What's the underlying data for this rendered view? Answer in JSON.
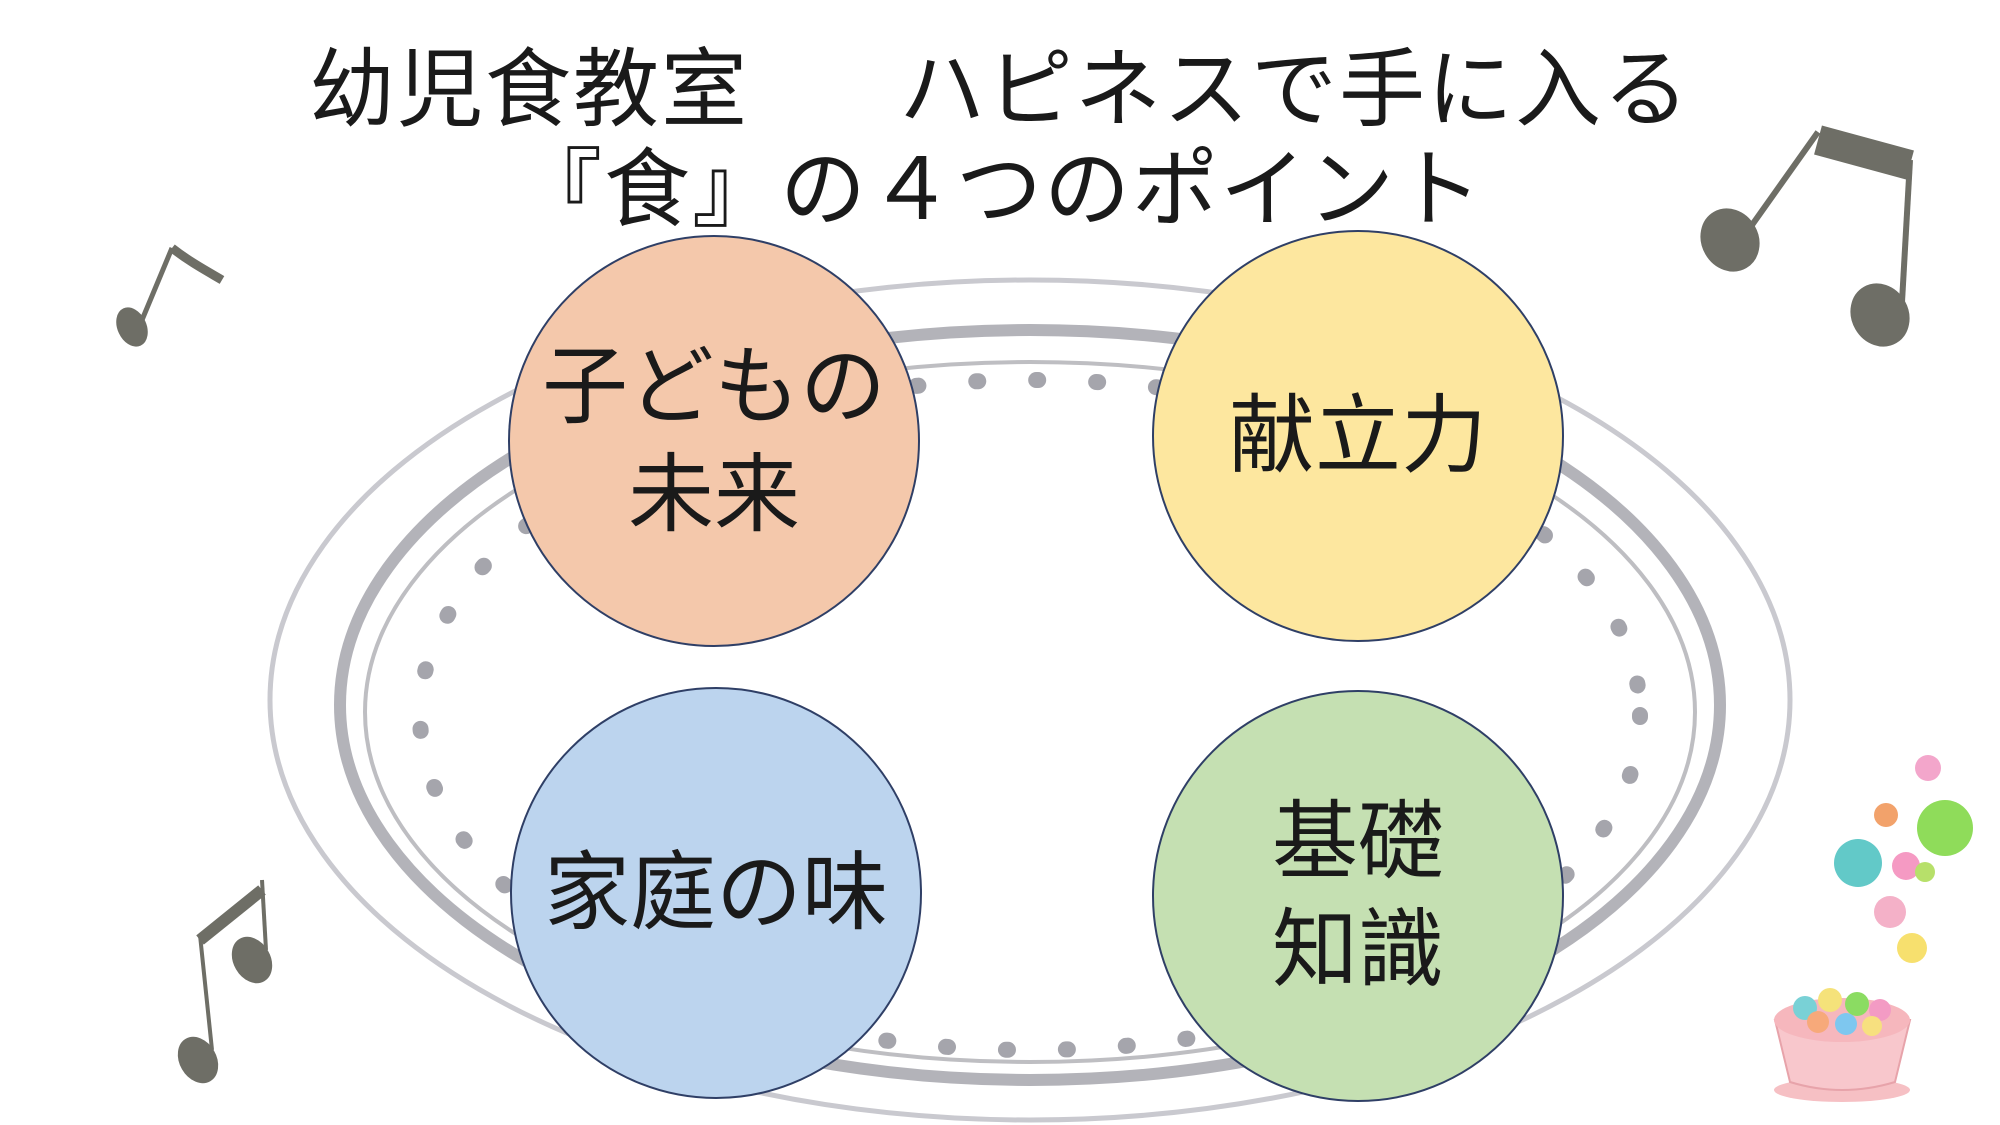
{
  "slide": {
    "title_line1_part1": "幼児食教室",
    "title_line1_part2": "ハピネスで手に入る",
    "title_line2": "『食』の４つのポイント"
  },
  "points": [
    {
      "label": "子どもの\n未来",
      "color": "#f4c8ab"
    },
    {
      "label": "献立力",
      "color": "#fde79f"
    },
    {
      "label": "家庭の味",
      "color": "#bcd4ee"
    },
    {
      "label": "基礎\n知識",
      "color": "#c5e0b2"
    }
  ],
  "icons": [
    "music-note-icon",
    "music-note-icon",
    "music-note-icon",
    "candy-bowl-icon",
    "bubbles-icon",
    "plate-illustration"
  ]
}
